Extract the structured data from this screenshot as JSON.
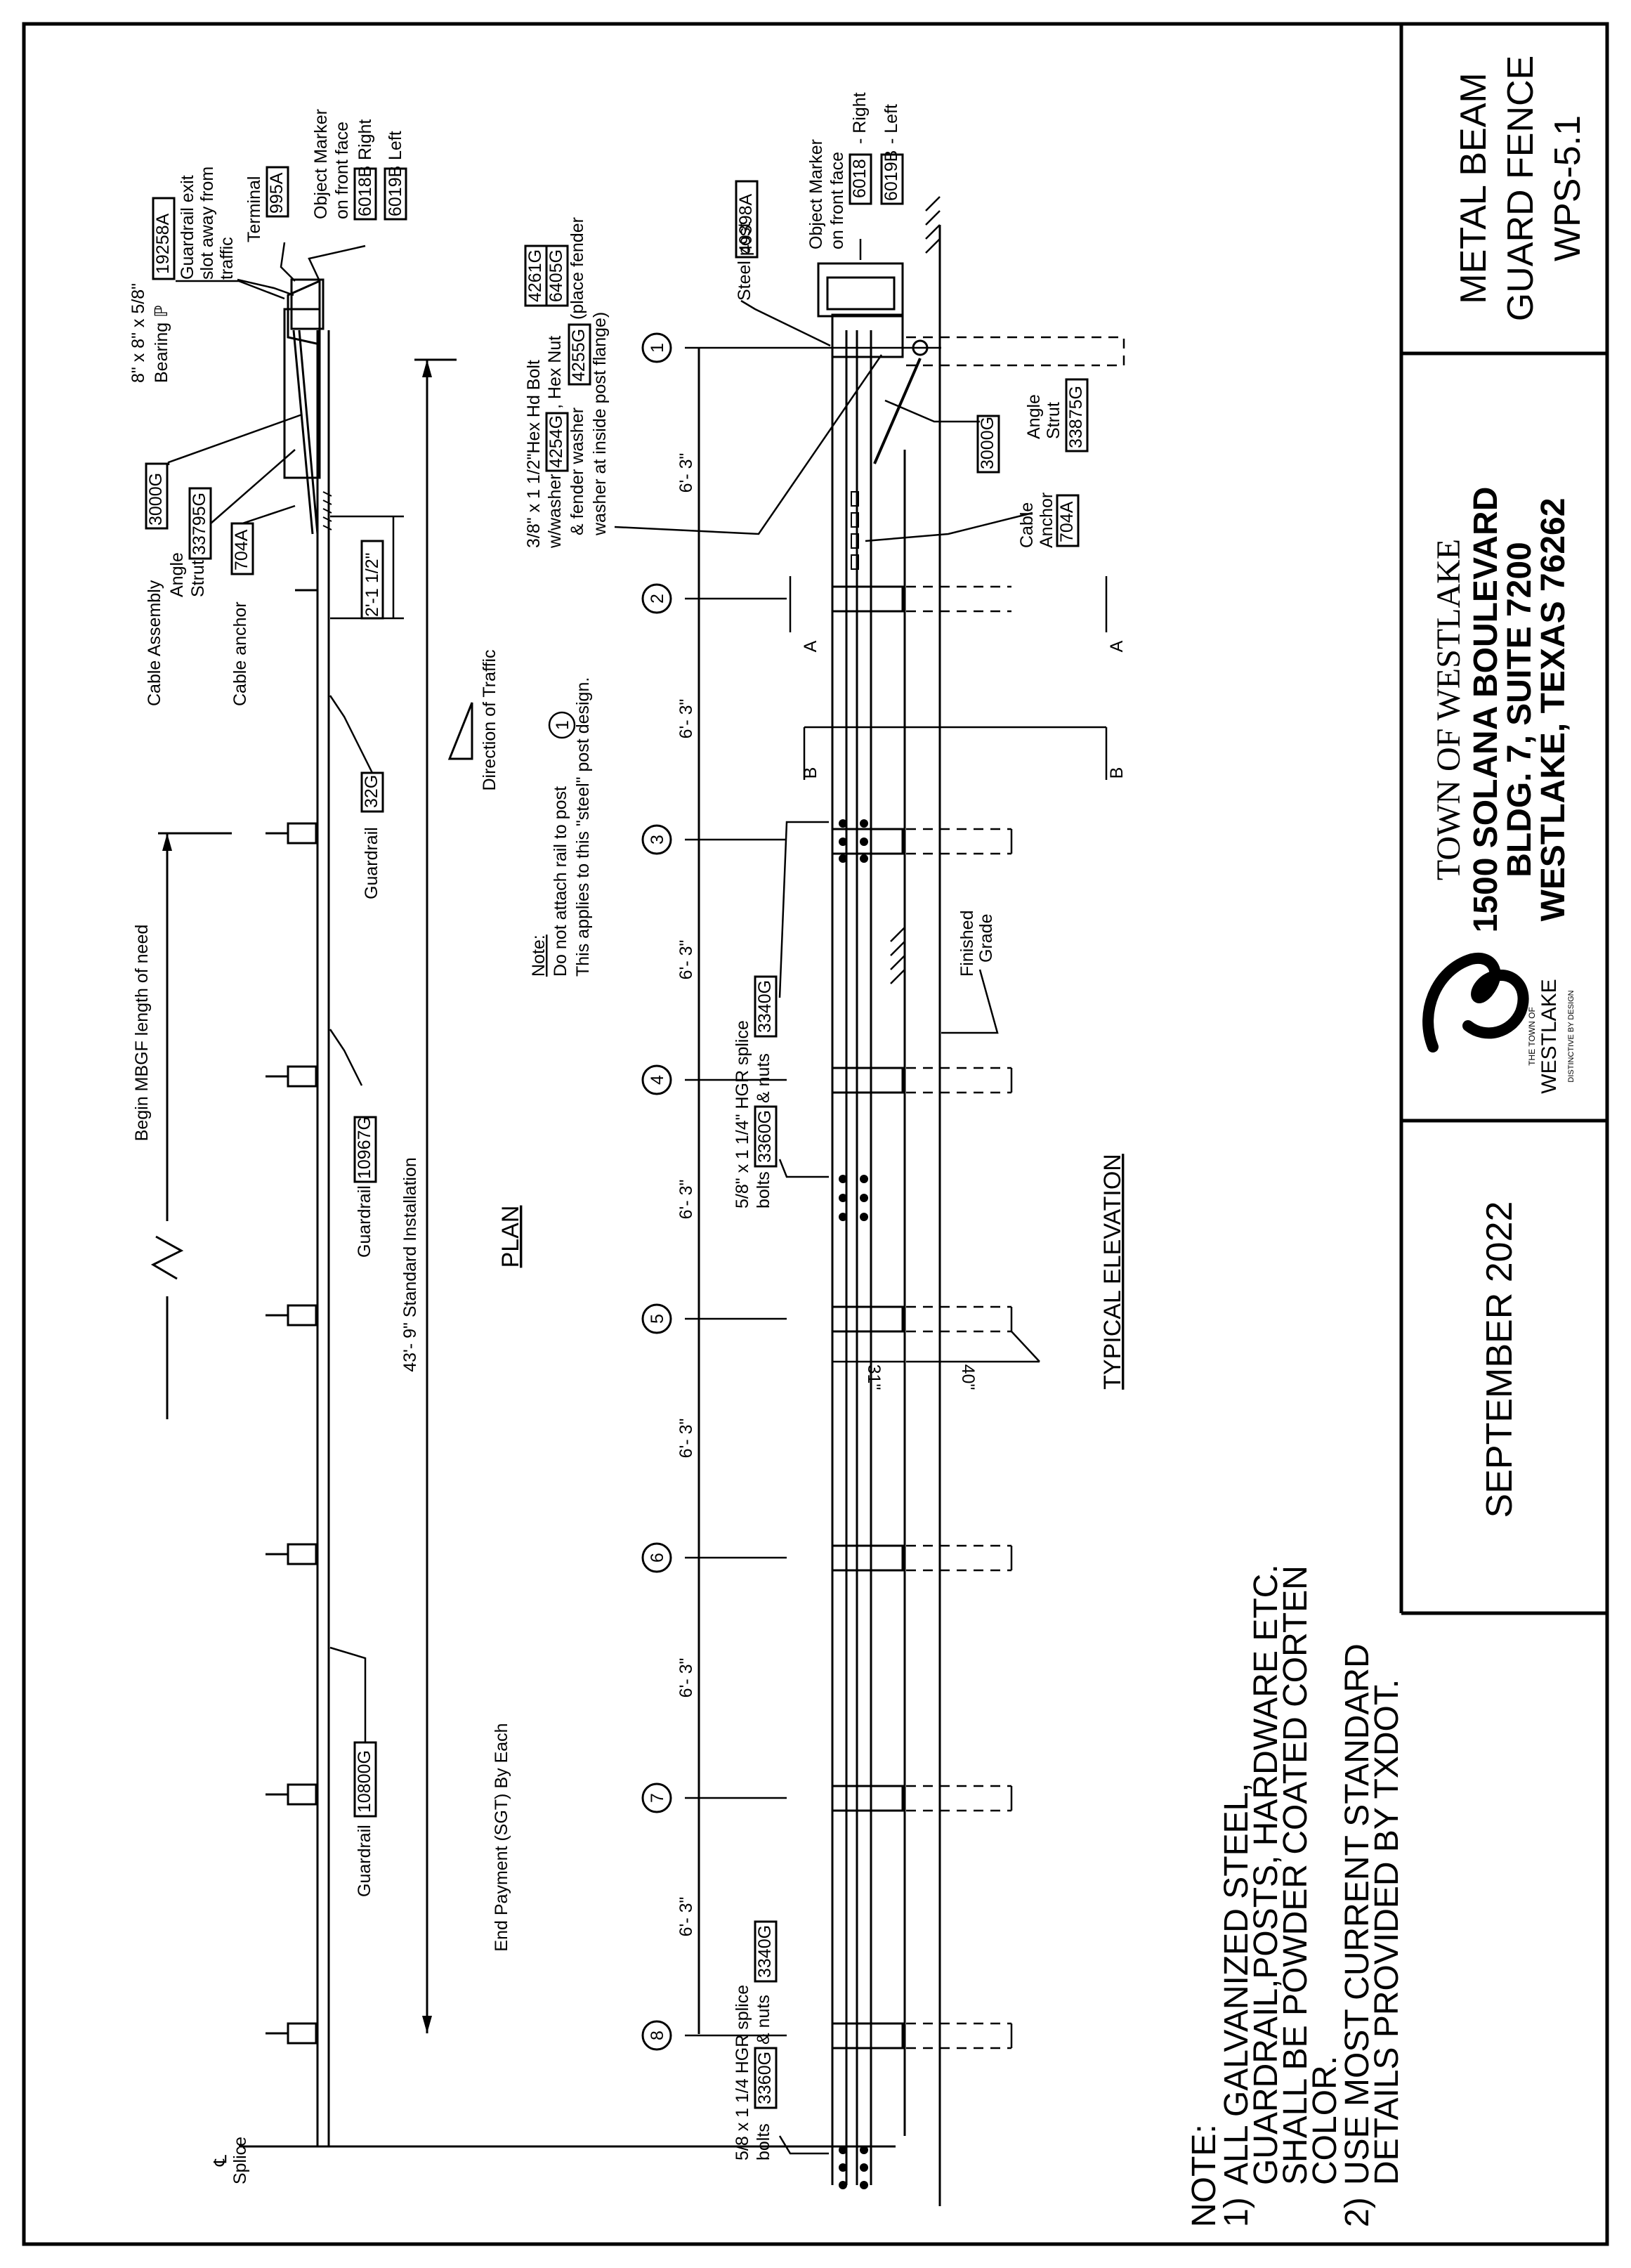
{
  "title_block": {
    "title_line1": "METAL BEAM",
    "title_line2": "GUARD FENCE",
    "drawing_no": "WPS-5.1",
    "org_name": "TOWN OF WESTLAKE",
    "address1": "1500 SOLANA BOULEVARD",
    "address2": "BLDG. 7, SUITE 7200",
    "address3": "WESTLAKE, TEXAS 76262",
    "logo_small": "THE TOWN OF",
    "logo_name": "WESTLAKE",
    "logo_tagline": "DISTINCTIVE BY DESIGN",
    "date": "SEPTEMBER 2022"
  },
  "notes": {
    "heading": "NOTE:",
    "n1_num": "1)",
    "n1_l1": "ALL GALVANIZED STEEL,",
    "n1_l2": "GUARDRAIL,POSTS, HARDWARE ETC.",
    "n1_l3": "SHALL BE POWDER COATED CORTEN",
    "n1_l4": "COLOR.",
    "n2_num": "2)",
    "n2_l1": "USE MOST CURRENT STANDARD",
    "n2_l2": "DETAILS PROVIDED BY TXDOT."
  },
  "plan": {
    "title": "PLAN",
    "bearing_l1": "8\" x 8\" x 5/8\"",
    "bearing_l2": "Bearing ℙ",
    "bearing_part": "19258A",
    "exit_l1": "Guardrail exit",
    "exit_l2": "slot away from",
    "exit_l3": "traffic",
    "terminal_label": "Terminal",
    "terminal_part": "995A",
    "marker_l1": "Object Marker",
    "marker_l2": "on front face",
    "marker_right_part": "6018B",
    "marker_right": "Right",
    "marker_left_part": "6019B",
    "marker_left": "Left",
    "cable_assembly": "Cable Assembly",
    "cable_assembly_part": "3000G",
    "angle_l1": "Angle",
    "angle_l2": "Strut",
    "angle_part": "33795G",
    "cable_anchor": "Cable anchor",
    "cable_anchor_part": "704A",
    "dim_2ft": "2'-1 1/2\"",
    "guardrail_label": "Guardrail",
    "guardrail_32": "32G",
    "guardrail_10967": "10967G",
    "guardrail_10800": "10800G",
    "begin_need": "Begin MBGF length of need",
    "std_install": "43'- 9\" Standard Installation",
    "end_payment": "End Payment (SGT) By Each",
    "cl_splice": "℄",
    "splice": "Splice",
    "direction": "Direction of Traffic",
    "note_head": "Note:",
    "note_l1_a": "Do not attach rail to post",
    "note_l1_post": "1",
    "note_l2": "This applies to this \"steel\" post design."
  },
  "elevation": {
    "title": "TYPICAL ELEVATION",
    "bolt_l1": "3/8\" x 1 1/2\"Hex Hd Bolt",
    "bolt_part": "4261G",
    "washer_l": "w/washer",
    "washer_part": "4254G",
    "nut_l": ", Hex Nut",
    "nut_part": "6405G",
    "fender_l": "& fender washer",
    "fender_part": "4255G",
    "fender_tail": "(place fender",
    "fender_l3": "washer at inside post flange)",
    "steel_post": "Steel post",
    "steel_post_part": "49398A",
    "marker_l1": "Object Marker",
    "marker_l2": "on front face",
    "marker_right_part": "6018",
    "marker_right": "- Right",
    "marker_left_part": "6019B",
    "marker_left": "- Left",
    "cable_part": "3000G",
    "angle_l1": "Angle",
    "angle_l2": "Strut",
    "angle_part": "33875G",
    "anchor_l1": "Cable",
    "anchor_l2": "Anchor",
    "anchor_part": "704A",
    "section_a": "A",
    "section_b": "B",
    "spacing": "6'- 3\"",
    "splice1_l1": "5/8\" x 1 1/4\" HGR splice",
    "splice1_l2a": "bolts",
    "splice1_part1": "3360G",
    "splice1_l2b": "& nuts",
    "splice1_part2": "3340G",
    "splice2_l1": "5/8 x 1 1/4 HGR splice",
    "splice2_l2a": "bolts",
    "splice2_part1": "3360G",
    "splice2_l2b": "& nuts",
    "splice2_part2": "3340G",
    "finished_l1": "Finished",
    "finished_l2": "Grade",
    "dim_31": "31\"",
    "dim_40": "40\"",
    "posts": [
      "1",
      "2",
      "3",
      "4",
      "5",
      "6",
      "7",
      "8"
    ]
  }
}
